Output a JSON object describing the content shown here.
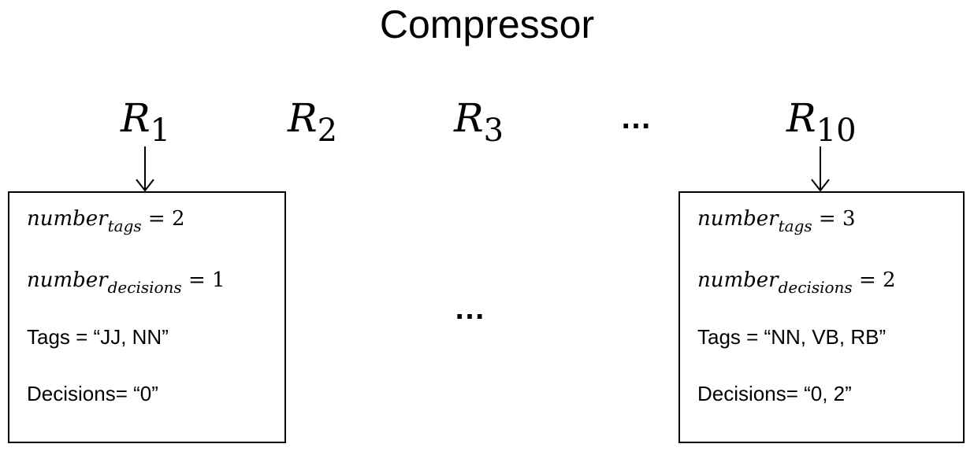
{
  "title": "Compressor",
  "rounds": [
    {
      "base": "R",
      "sub": "1"
    },
    {
      "base": "R",
      "sub": "2"
    },
    {
      "base": "R",
      "sub": "3"
    },
    {
      "base": "R",
      "sub": "10"
    }
  ],
  "ellipsis_top": "…",
  "ellipsis_middle": "…",
  "boxes": [
    {
      "tags_var": "number",
      "tags_sub": "tags",
      "tags_eq": "= 2",
      "dec_var": "number",
      "dec_sub": "decisions",
      "dec_eq": "= 1",
      "tags_line": "Tags = “JJ, NN”",
      "decisions_line": "Decisions= “0”"
    },
    {
      "tags_var": "number",
      "tags_sub": "tags",
      "tags_eq": "= 3",
      "dec_var": "number",
      "dec_sub": "decisions",
      "dec_eq": "= 2",
      "tags_line": "Tags = “NN, VB, RB”",
      "decisions_line": "Decisions= “0, 2”"
    }
  ]
}
